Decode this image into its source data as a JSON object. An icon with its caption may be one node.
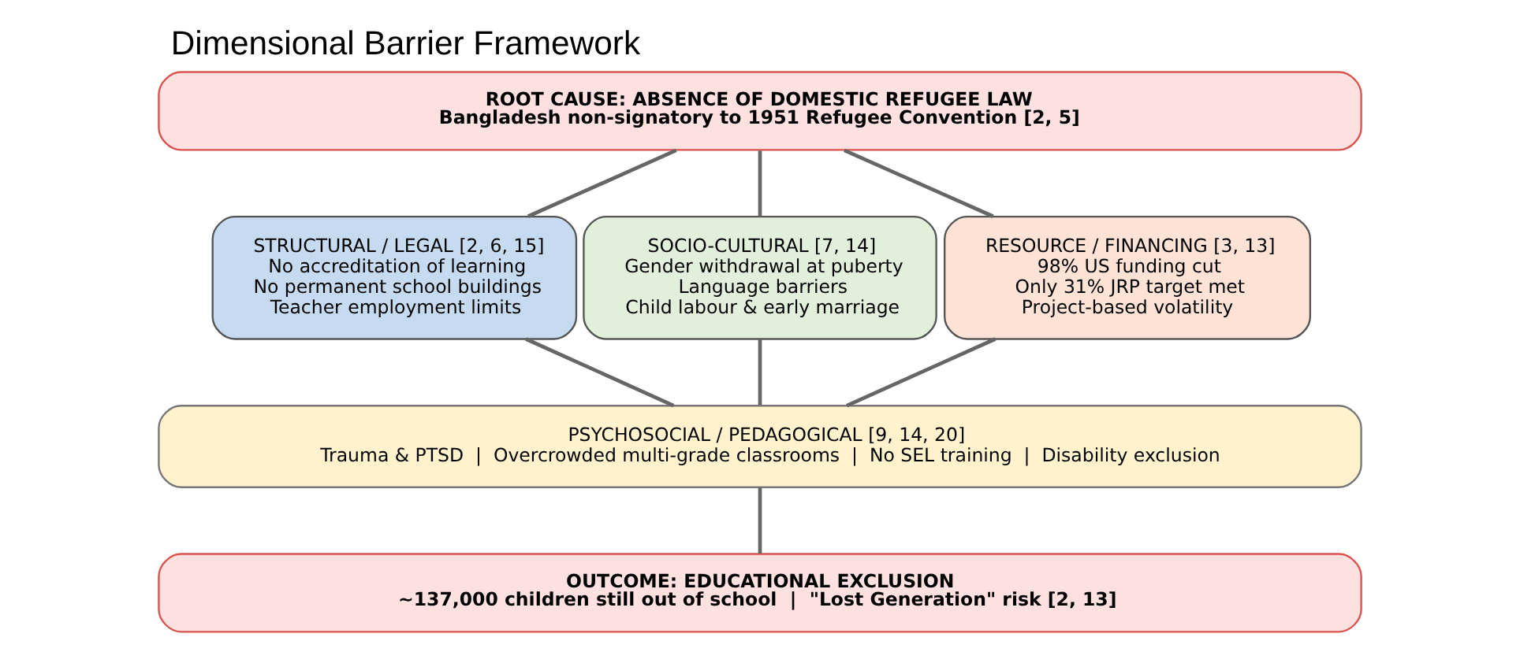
{
  "diagram": {
    "title": "Dimensional Barrier Framework",
    "nodes": [
      {
        "text": [
          "ROOT CAUSE: ABSENCE OF DOMESTIC REFUGEE LAW",
          "Bangladesh non-signatory to 1951 Refugee Convention [2, 5]"
        ]
      },
      {
        "text": [
          "STRUCTURAL / LEGAL [2, 6, 15]",
          "No accreditation of learning",
          "No permanent school buildings",
          "Teacher employment limits"
        ]
      },
      {
        "text": [
          "SOCIO-CULTURAL [7, 14]",
          "Gender withdrawal at puberty",
          "Language barriers",
          "Child labour & early marriage"
        ]
      },
      {
        "text": [
          "RESOURCE / FINANCING [3, 13]",
          "98% US funding cut",
          "Only 31% JRP target met",
          "Project-based volatility"
        ]
      },
      {
        "text": [
          "PSYCHOSOCIAL / PEDAGOGICAL [9, 14, 20]",
          "Trauma & PTSD  |  Overcrowded multi-grade classrooms  |  No SEL training  |  Disability exclusion"
        ]
      },
      {
        "text": [
          "OUTCOME: EDUCATIONAL EXCLUSION",
          "~137,000 children still out of school  |  \"Lost Generation\" risk [2, 13]"
        ]
      }
    ],
    "edges": [
      {
        "from": 0,
        "to": 1,
        "arrow": "none"
      },
      {
        "from": 0,
        "to": 2,
        "arrow": "none"
      },
      {
        "from": 0,
        "to": 3,
        "arrow": "none"
      },
      {
        "from": 1,
        "to": 4,
        "arrow": "none"
      },
      {
        "from": 2,
        "to": 4,
        "arrow": "none"
      },
      {
        "from": 3,
        "to": 4,
        "arrow": "none"
      },
      {
        "from": 4,
        "to": 5,
        "arrow": "none"
      }
    ]
  }
}
